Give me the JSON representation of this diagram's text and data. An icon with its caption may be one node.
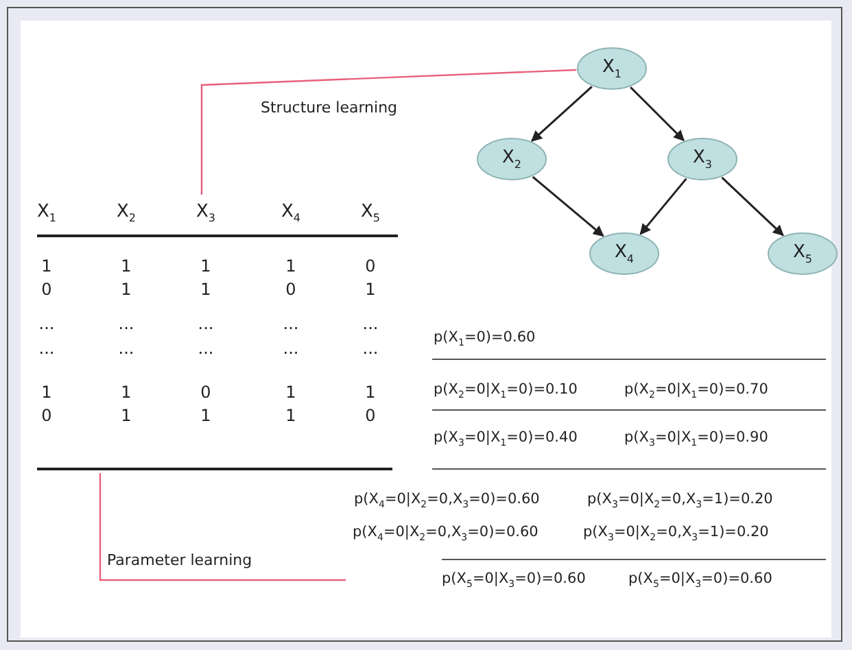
{
  "diagram": {
    "nodes": [
      {
        "text": [
          "X$_{1}$"
        ]
      },
      {
        "text": [
          "X$_{2}$"
        ]
      },
      {
        "text": [
          "X$_{3}$"
        ]
      },
      {
        "text": [
          "X$_{4}$"
        ]
      },
      {
        "text": [
          "X$_{5}$"
        ]
      },
      {
        "text": [
          "X$_{1}$",
          "X$_{2}$",
          "X$_{3}$",
          "X$_{4}$",
          "X$_{5}$",
          "1",
          "1",
          "1",
          "1",
          "0",
          "0",
          "1",
          "1",
          "0",
          "1",
          "...",
          "...",
          "...",
          "...",
          "...",
          "...",
          "...",
          "...",
          "...",
          "...",
          "1",
          "1",
          "0",
          "1",
          "1",
          "0",
          "1",
          "1",
          "1",
          "0"
        ]
      },
      {
        "text": [
          "p(X$_{1}$=0)=0.60",
          "p(X$_{2}$=0|X$_{1}$=0)=0.10",
          "p(X$_{2}$=0|X$_{1}$=0)=0.70",
          "p(X$_{3}$=0|X$_{1}$=0)=0.40",
          "p(X$_{3}$=0|X$_{1}$=0)=0.90",
          "p(X$_{4}$=0|X$_{2}$=0,X$_{3}$=0)=0.60",
          "p(X$_{3}$=0|X$_{2}$=0,X$_{3}$=1)=0.20",
          "p(X$_{4}$=0|X$_{2}$=0,X$_{3}$=0)=0.60",
          "p(X$_{3}$=0|X$_{2}$=0,X$_{3}$=1)=0.20",
          "p(X$_{5}$=0|X$_{3}$=0)=0.60",
          "p(X$_{5}$=0|X$_{3}$=0)=0.60"
        ]
      }
    ],
    "edges": [
      {
        "from": 0,
        "to": 1,
        "arrow": "to"
      },
      {
        "from": 0,
        "to": 2,
        "arrow": "to"
      },
      {
        "from": 1,
        "to": 3,
        "arrow": "to"
      },
      {
        "from": 2,
        "to": 3,
        "arrow": "to"
      },
      {
        "from": 2,
        "to": 4,
        "arrow": "to"
      },
      {
        "from": 5,
        "to": 0,
        "arrow": "none",
        "label": "Structure learning",
        "color": "#e8607a"
      },
      {
        "from": 5,
        "to": 6,
        "arrow": "none",
        "label": "Parameter learning",
        "color": "#e8607a"
      }
    ]
  }
}
